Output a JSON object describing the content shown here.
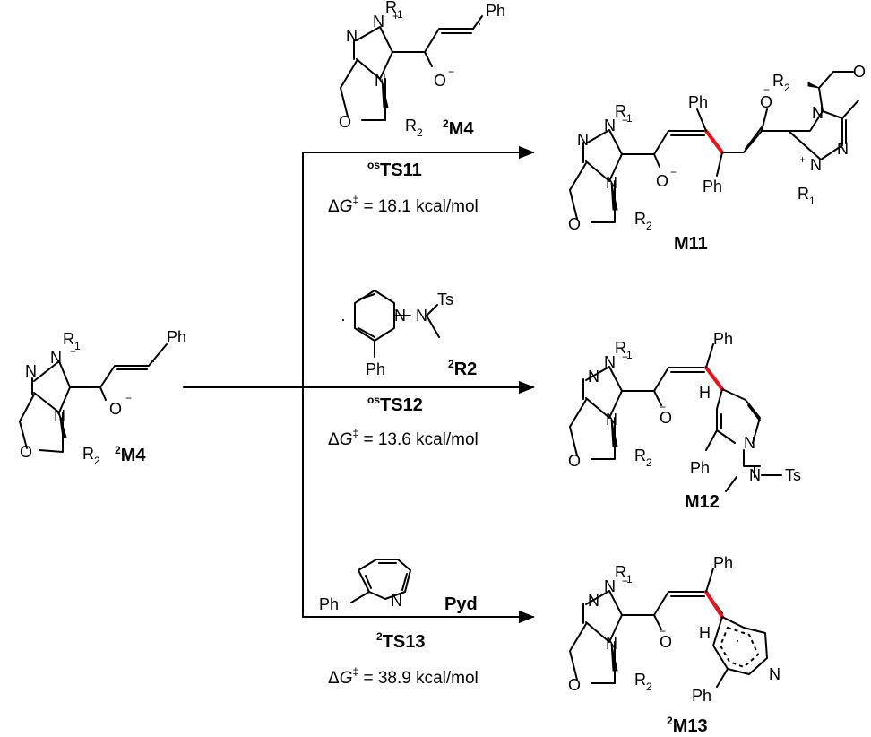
{
  "atoms": {
    "N": "N",
    "O": "O",
    "H": "H",
    "R": "R",
    "r1_sub": "1",
    "r2_sub": "2",
    "plus": "+",
    "minus": "−",
    "ph": "Ph",
    "ts_group": "Ts",
    "radical_dot": "·"
  },
  "start": {
    "label": "M4",
    "label_sup": "2"
  },
  "pathways": [
    {
      "reagent_label": "M4",
      "reagent_sup": "2",
      "ts_label": "TS11",
      "ts_sup": "os",
      "energy_prefix": "Δ",
      "energy_var": "G",
      "energy_sup": "‡",
      "energy_value": " = 18.1 kcal/mol",
      "product_label": "M11",
      "product_sup": ""
    },
    {
      "reagent_label": "R2",
      "reagent_sup": "2",
      "ts_label": "TS12",
      "ts_sup": "os",
      "energy_prefix": "Δ",
      "energy_var": "G",
      "energy_sup": "‡",
      "energy_value": " = 13.6 kcal/mol",
      "product_label": "M12",
      "product_sup": ""
    },
    {
      "reagent_label": "Pyd",
      "reagent_sup": "",
      "ts_label": "TS13",
      "ts_sup": "2",
      "energy_prefix": "Δ",
      "energy_var": "G",
      "energy_sup": "‡",
      "energy_value": " = 38.9 kcal/mol",
      "product_label": "M13",
      "product_sup": "2"
    }
  ],
  "colors": {
    "ink": "#000000",
    "new_bond": "#e8151b",
    "background": "#ffffff"
  }
}
